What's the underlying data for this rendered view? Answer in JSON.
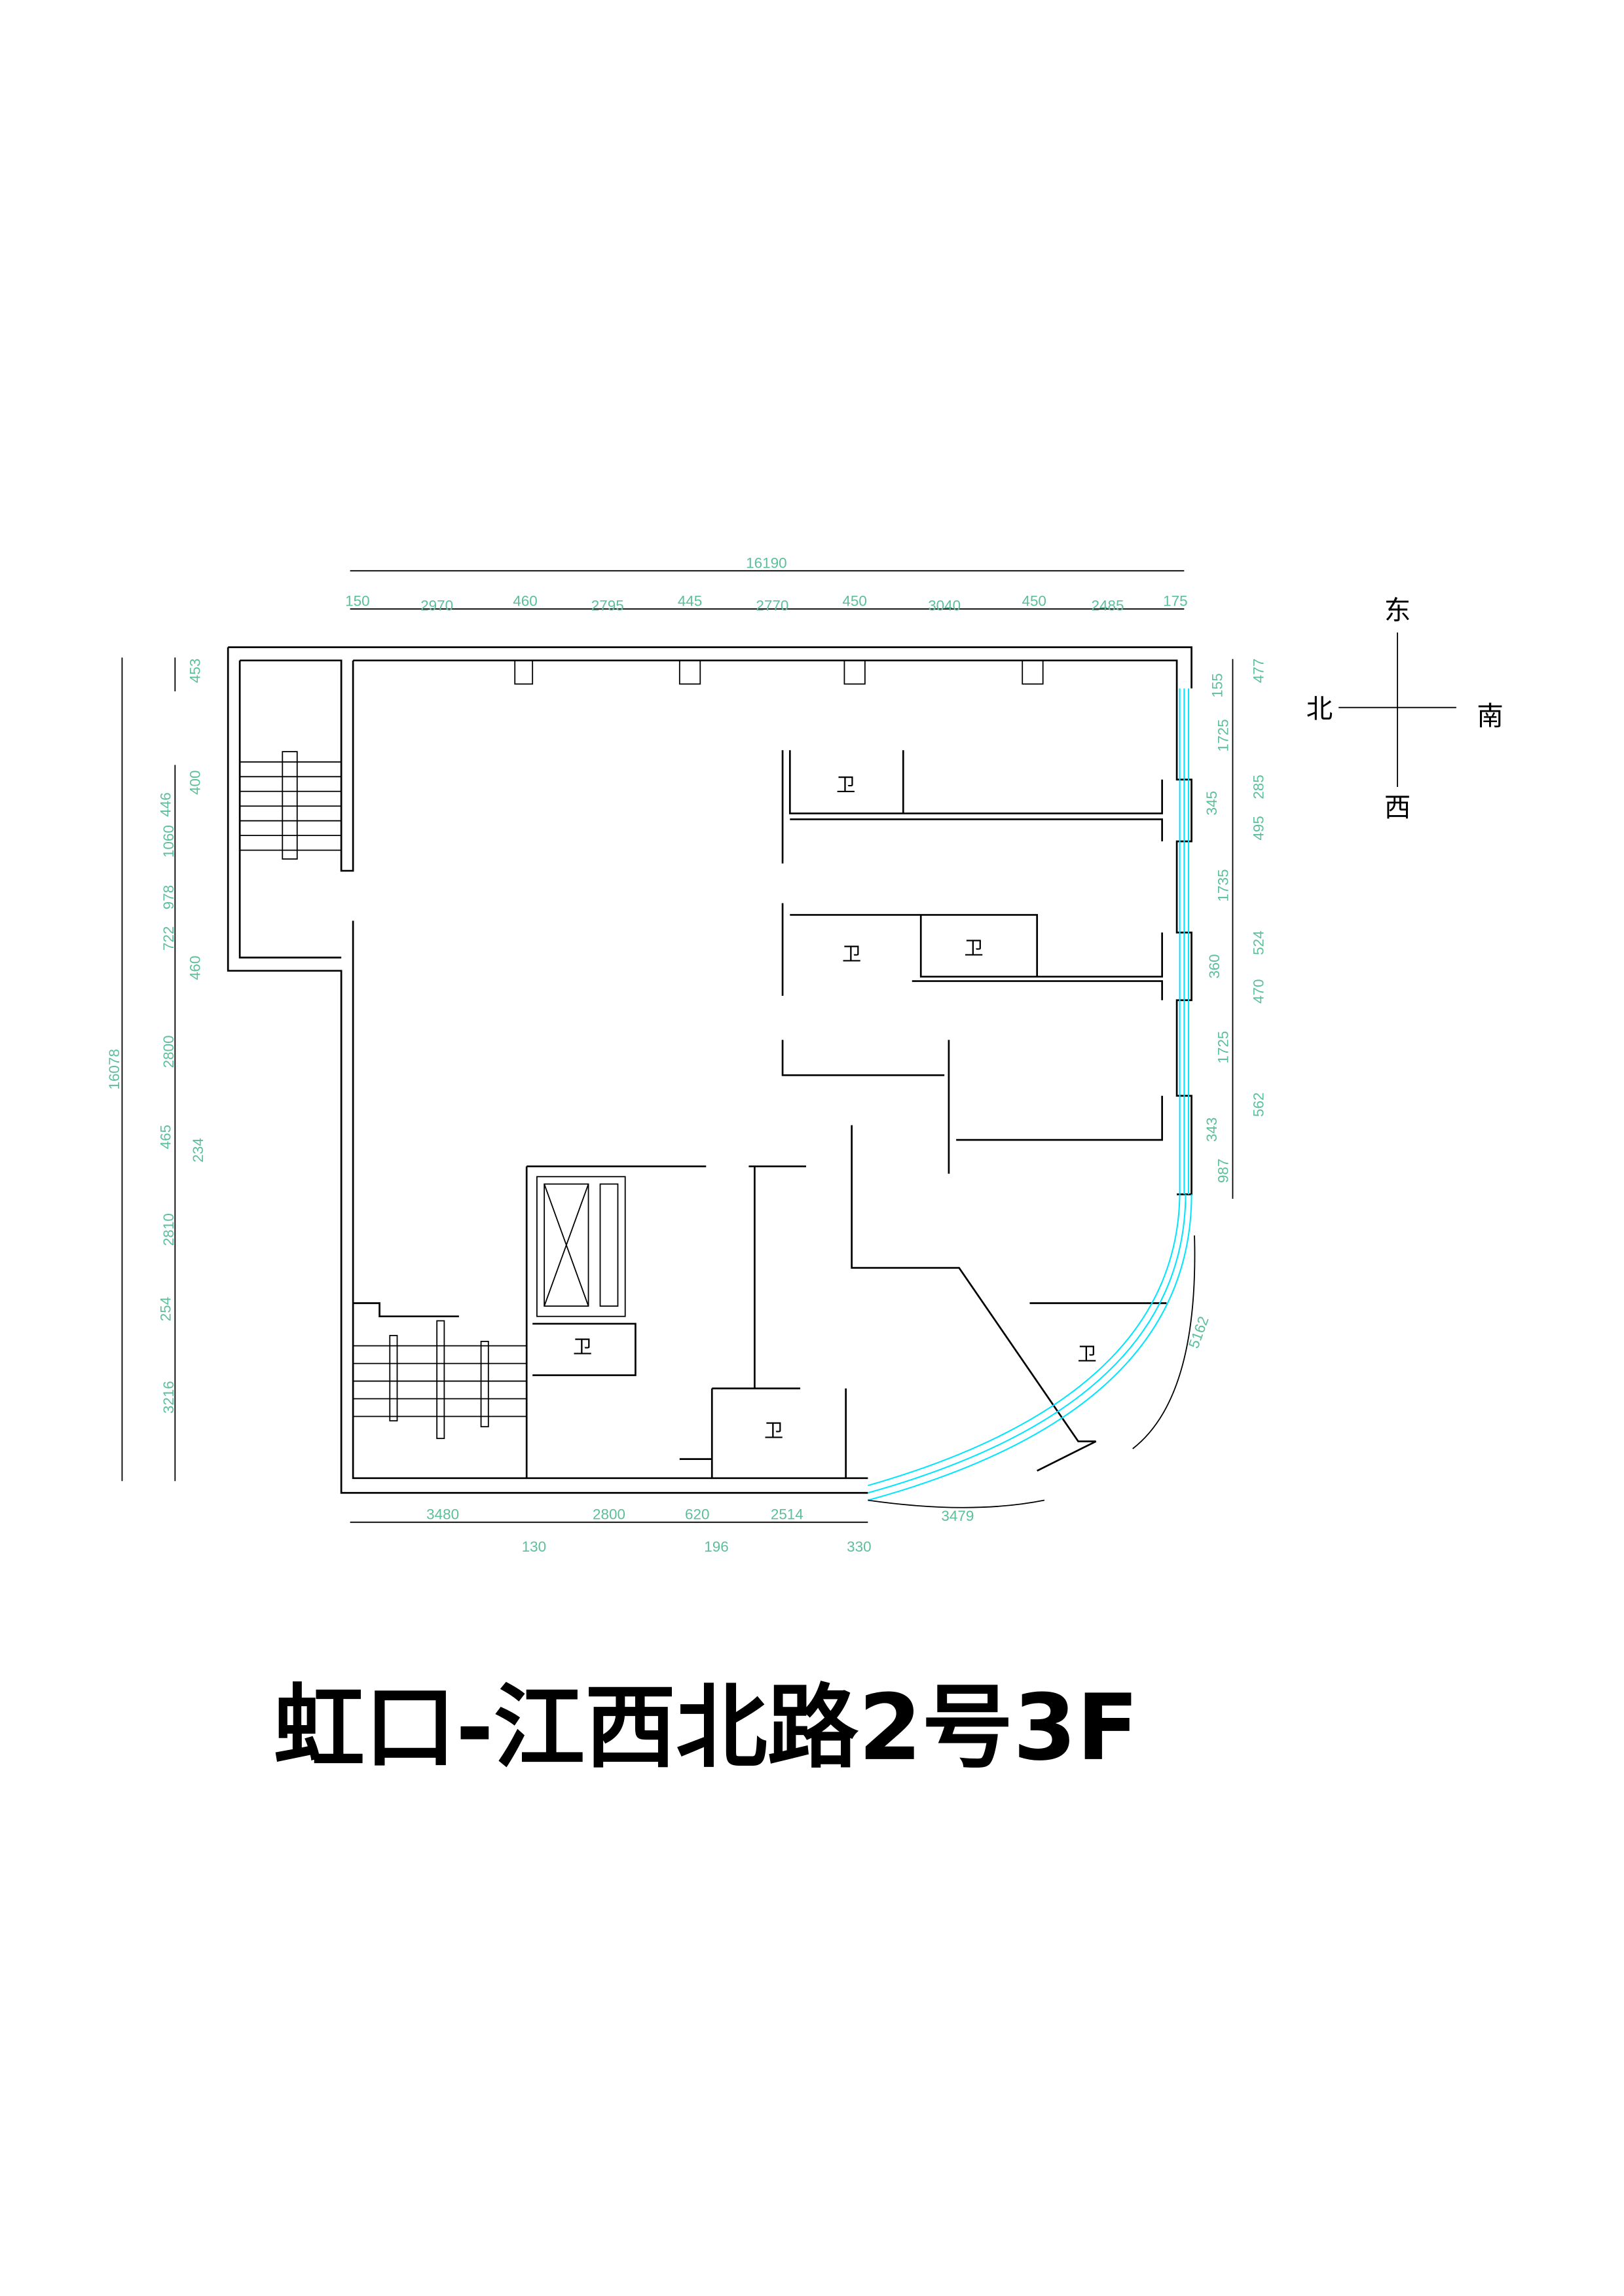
{
  "title": "虹口-江西北路2号3F",
  "compass": {
    "east": "东",
    "north": "北",
    "south": "南",
    "west": "西"
  },
  "room_label": "卫",
  "dims": {
    "top_total": "16190",
    "top": [
      "150",
      "2970",
      "460",
      "2795",
      "445",
      "2770",
      "450",
      "3040",
      "450",
      "2485",
      "175"
    ],
    "right_inner": [
      "155",
      "1725",
      "345",
      "1735",
      "360",
      "1725",
      "343",
      "987"
    ],
    "right_outer": [
      "477",
      "285",
      "495",
      "524",
      "470",
      "562"
    ],
    "left_inner": [
      "453",
      "400",
      "460",
      "234"
    ],
    "left_outer": [
      "446",
      "1060",
      "978",
      "722",
      "2800",
      "465",
      "2810",
      "254",
      "3216"
    ],
    "left_total": "16078",
    "bottom": [
      "3480",
      "2800",
      "620",
      "2514"
    ],
    "bottom_lower": [
      "130",
      "196",
      "330"
    ],
    "arc_bottom": "3479",
    "arc_right": "5162"
  }
}
